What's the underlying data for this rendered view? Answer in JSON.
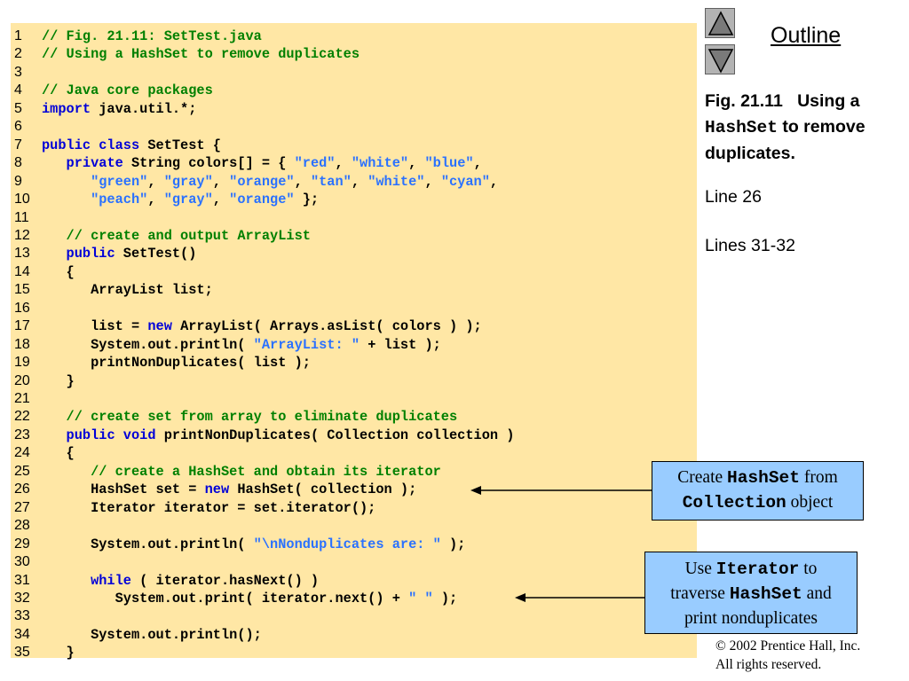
{
  "code_lines": [
    {
      "num": "1",
      "parts": [
        {
          "t": "// Fig. 21.11: SetTest.java",
          "c": "comment"
        }
      ]
    },
    {
      "num": "2",
      "parts": [
        {
          "t": "// Using a HashSet to remove duplicates",
          "c": "comment"
        }
      ]
    },
    {
      "num": "3",
      "parts": []
    },
    {
      "num": "4",
      "parts": [
        {
          "t": "// Java core packages",
          "c": "comment"
        }
      ]
    },
    {
      "num": "5",
      "parts": [
        {
          "t": "import",
          "c": "keyword"
        },
        {
          "t": " java.util.*;",
          "c": "plain"
        }
      ]
    },
    {
      "num": "6",
      "parts": []
    },
    {
      "num": "7",
      "parts": [
        {
          "t": "public class",
          "c": "keyword"
        },
        {
          "t": " SetTest {",
          "c": "plain"
        }
      ]
    },
    {
      "num": "8",
      "parts": [
        {
          "t": "   ",
          "c": "plain"
        },
        {
          "t": "private",
          "c": "keyword"
        },
        {
          "t": " String colors[] = { ",
          "c": "plain"
        },
        {
          "t": "\"red\"",
          "c": "string"
        },
        {
          "t": ", ",
          "c": "plain"
        },
        {
          "t": "\"white\"",
          "c": "string"
        },
        {
          "t": ", ",
          "c": "plain"
        },
        {
          "t": "\"blue\"",
          "c": "string"
        },
        {
          "t": ",",
          "c": "plain"
        }
      ]
    },
    {
      "num": "9",
      "parts": [
        {
          "t": "      ",
          "c": "plain"
        },
        {
          "t": "\"green\"",
          "c": "string"
        },
        {
          "t": ", ",
          "c": "plain"
        },
        {
          "t": "\"gray\"",
          "c": "string"
        },
        {
          "t": ", ",
          "c": "plain"
        },
        {
          "t": "\"orange\"",
          "c": "string"
        },
        {
          "t": ", ",
          "c": "plain"
        },
        {
          "t": "\"tan\"",
          "c": "string"
        },
        {
          "t": ", ",
          "c": "plain"
        },
        {
          "t": "\"white\"",
          "c": "string"
        },
        {
          "t": ", ",
          "c": "plain"
        },
        {
          "t": "\"cyan\"",
          "c": "string"
        },
        {
          "t": ",",
          "c": "plain"
        }
      ]
    },
    {
      "num": "10",
      "parts": [
        {
          "t": "      ",
          "c": "plain"
        },
        {
          "t": "\"peach\"",
          "c": "string"
        },
        {
          "t": ", ",
          "c": "plain"
        },
        {
          "t": "\"gray\"",
          "c": "string"
        },
        {
          "t": ", ",
          "c": "plain"
        },
        {
          "t": "\"orange\"",
          "c": "string"
        },
        {
          "t": " };",
          "c": "plain"
        }
      ]
    },
    {
      "num": "11",
      "parts": []
    },
    {
      "num": "12",
      "parts": [
        {
          "t": "   ",
          "c": "plain"
        },
        {
          "t": "// create and output ArrayList",
          "c": "comment"
        }
      ]
    },
    {
      "num": "13",
      "parts": [
        {
          "t": "   ",
          "c": "plain"
        },
        {
          "t": "public",
          "c": "keyword"
        },
        {
          "t": " SetTest()",
          "c": "plain"
        }
      ]
    },
    {
      "num": "14",
      "parts": [
        {
          "t": "   {",
          "c": "plain"
        }
      ]
    },
    {
      "num": "15",
      "parts": [
        {
          "t": "      ArrayList list;",
          "c": "plain"
        }
      ]
    },
    {
      "num": "16",
      "parts": []
    },
    {
      "num": "17",
      "parts": [
        {
          "t": "      list = ",
          "c": "plain"
        },
        {
          "t": "new",
          "c": "keyword"
        },
        {
          "t": " ArrayList( Arrays.asList( colors ) );",
          "c": "plain"
        }
      ]
    },
    {
      "num": "18",
      "parts": [
        {
          "t": "      System.out.println( ",
          "c": "plain"
        },
        {
          "t": "\"ArrayList: \"",
          "c": "string"
        },
        {
          "t": " + list );",
          "c": "plain"
        }
      ]
    },
    {
      "num": "19",
      "parts": [
        {
          "t": "      printNonDuplicates( list );",
          "c": "plain"
        }
      ]
    },
    {
      "num": "20",
      "parts": [
        {
          "t": "   }",
          "c": "plain"
        }
      ]
    },
    {
      "num": "21",
      "parts": []
    },
    {
      "num": "22",
      "parts": [
        {
          "t": "   ",
          "c": "plain"
        },
        {
          "t": "// create set from array to eliminate duplicates",
          "c": "comment"
        }
      ]
    },
    {
      "num": "23",
      "parts": [
        {
          "t": "   ",
          "c": "plain"
        },
        {
          "t": "public void",
          "c": "keyword"
        },
        {
          "t": " printNonDuplicates( Collection collection )",
          "c": "plain"
        }
      ]
    },
    {
      "num": "24",
      "parts": [
        {
          "t": "   {",
          "c": "plain"
        }
      ]
    },
    {
      "num": "25",
      "parts": [
        {
          "t": "      ",
          "c": "plain"
        },
        {
          "t": "// create a HashSet and obtain its iterator",
          "c": "comment"
        }
      ]
    },
    {
      "num": "26",
      "parts": [
        {
          "t": "      HashSet set = ",
          "c": "plain"
        },
        {
          "t": "new",
          "c": "keyword"
        },
        {
          "t": " HashSet( collection );",
          "c": "plain"
        }
      ]
    },
    {
      "num": "27",
      "parts": [
        {
          "t": "      Iterator iterator = set.iterator();",
          "c": "plain"
        }
      ]
    },
    {
      "num": "28",
      "parts": []
    },
    {
      "num": "29",
      "parts": [
        {
          "t": "      System.out.println( ",
          "c": "plain"
        },
        {
          "t": "\"\\nNonduplicates are: \"",
          "c": "string"
        },
        {
          "t": " );",
          "c": "plain"
        }
      ]
    },
    {
      "num": "30",
      "parts": []
    },
    {
      "num": "31",
      "parts": [
        {
          "t": "      ",
          "c": "plain"
        },
        {
          "t": "while",
          "c": "keyword"
        },
        {
          "t": " ( iterator.hasNext() )",
          "c": "plain"
        }
      ]
    },
    {
      "num": "32",
      "parts": [
        {
          "t": "         System.out.print( iterator.next() + ",
          "c": "plain"
        },
        {
          "t": "\" \"",
          "c": "string"
        },
        {
          "t": " );",
          "c": "plain"
        }
      ]
    },
    {
      "num": "33",
      "parts": []
    },
    {
      "num": "34",
      "parts": [
        {
          "t": "      System.out.println();",
          "c": "plain"
        }
      ]
    },
    {
      "num": "35",
      "parts": [
        {
          "t": "   }",
          "c": "plain"
        }
      ]
    }
  ],
  "nav": {
    "up_icon": "triangle-up-icon",
    "down_icon": "triangle-down-icon"
  },
  "outline": {
    "title": "Outline"
  },
  "figure": {
    "label": "Fig. 21.11",
    "text1": "Using a",
    "code": "HashSet",
    "text2": "to remove duplicates."
  },
  "line_refs": {
    "ref1": "Line 26",
    "ref2": "Lines 31-32"
  },
  "callout1": {
    "pre": "Create ",
    "code1": "HashSet",
    "mid": " from",
    "code2": "Collection",
    "post": " object"
  },
  "callout2": {
    "pre": "Use ",
    "code1": "Iterator",
    "mid1": " to",
    "line2pre": "traverse ",
    "code2": "HashSet",
    "mid2": " and",
    "line3": "print nonduplicates"
  },
  "copyright": {
    "line1": "© 2002 Prentice Hall, Inc.",
    "line2": "All rights reserved."
  },
  "colors": {
    "code_bg": "#ffe7a5",
    "comment": "#008000",
    "keyword": "#0000d8",
    "string": "#2a71ff",
    "callout_bg": "#99ccff",
    "nav_button": "#b3b3b3"
  }
}
